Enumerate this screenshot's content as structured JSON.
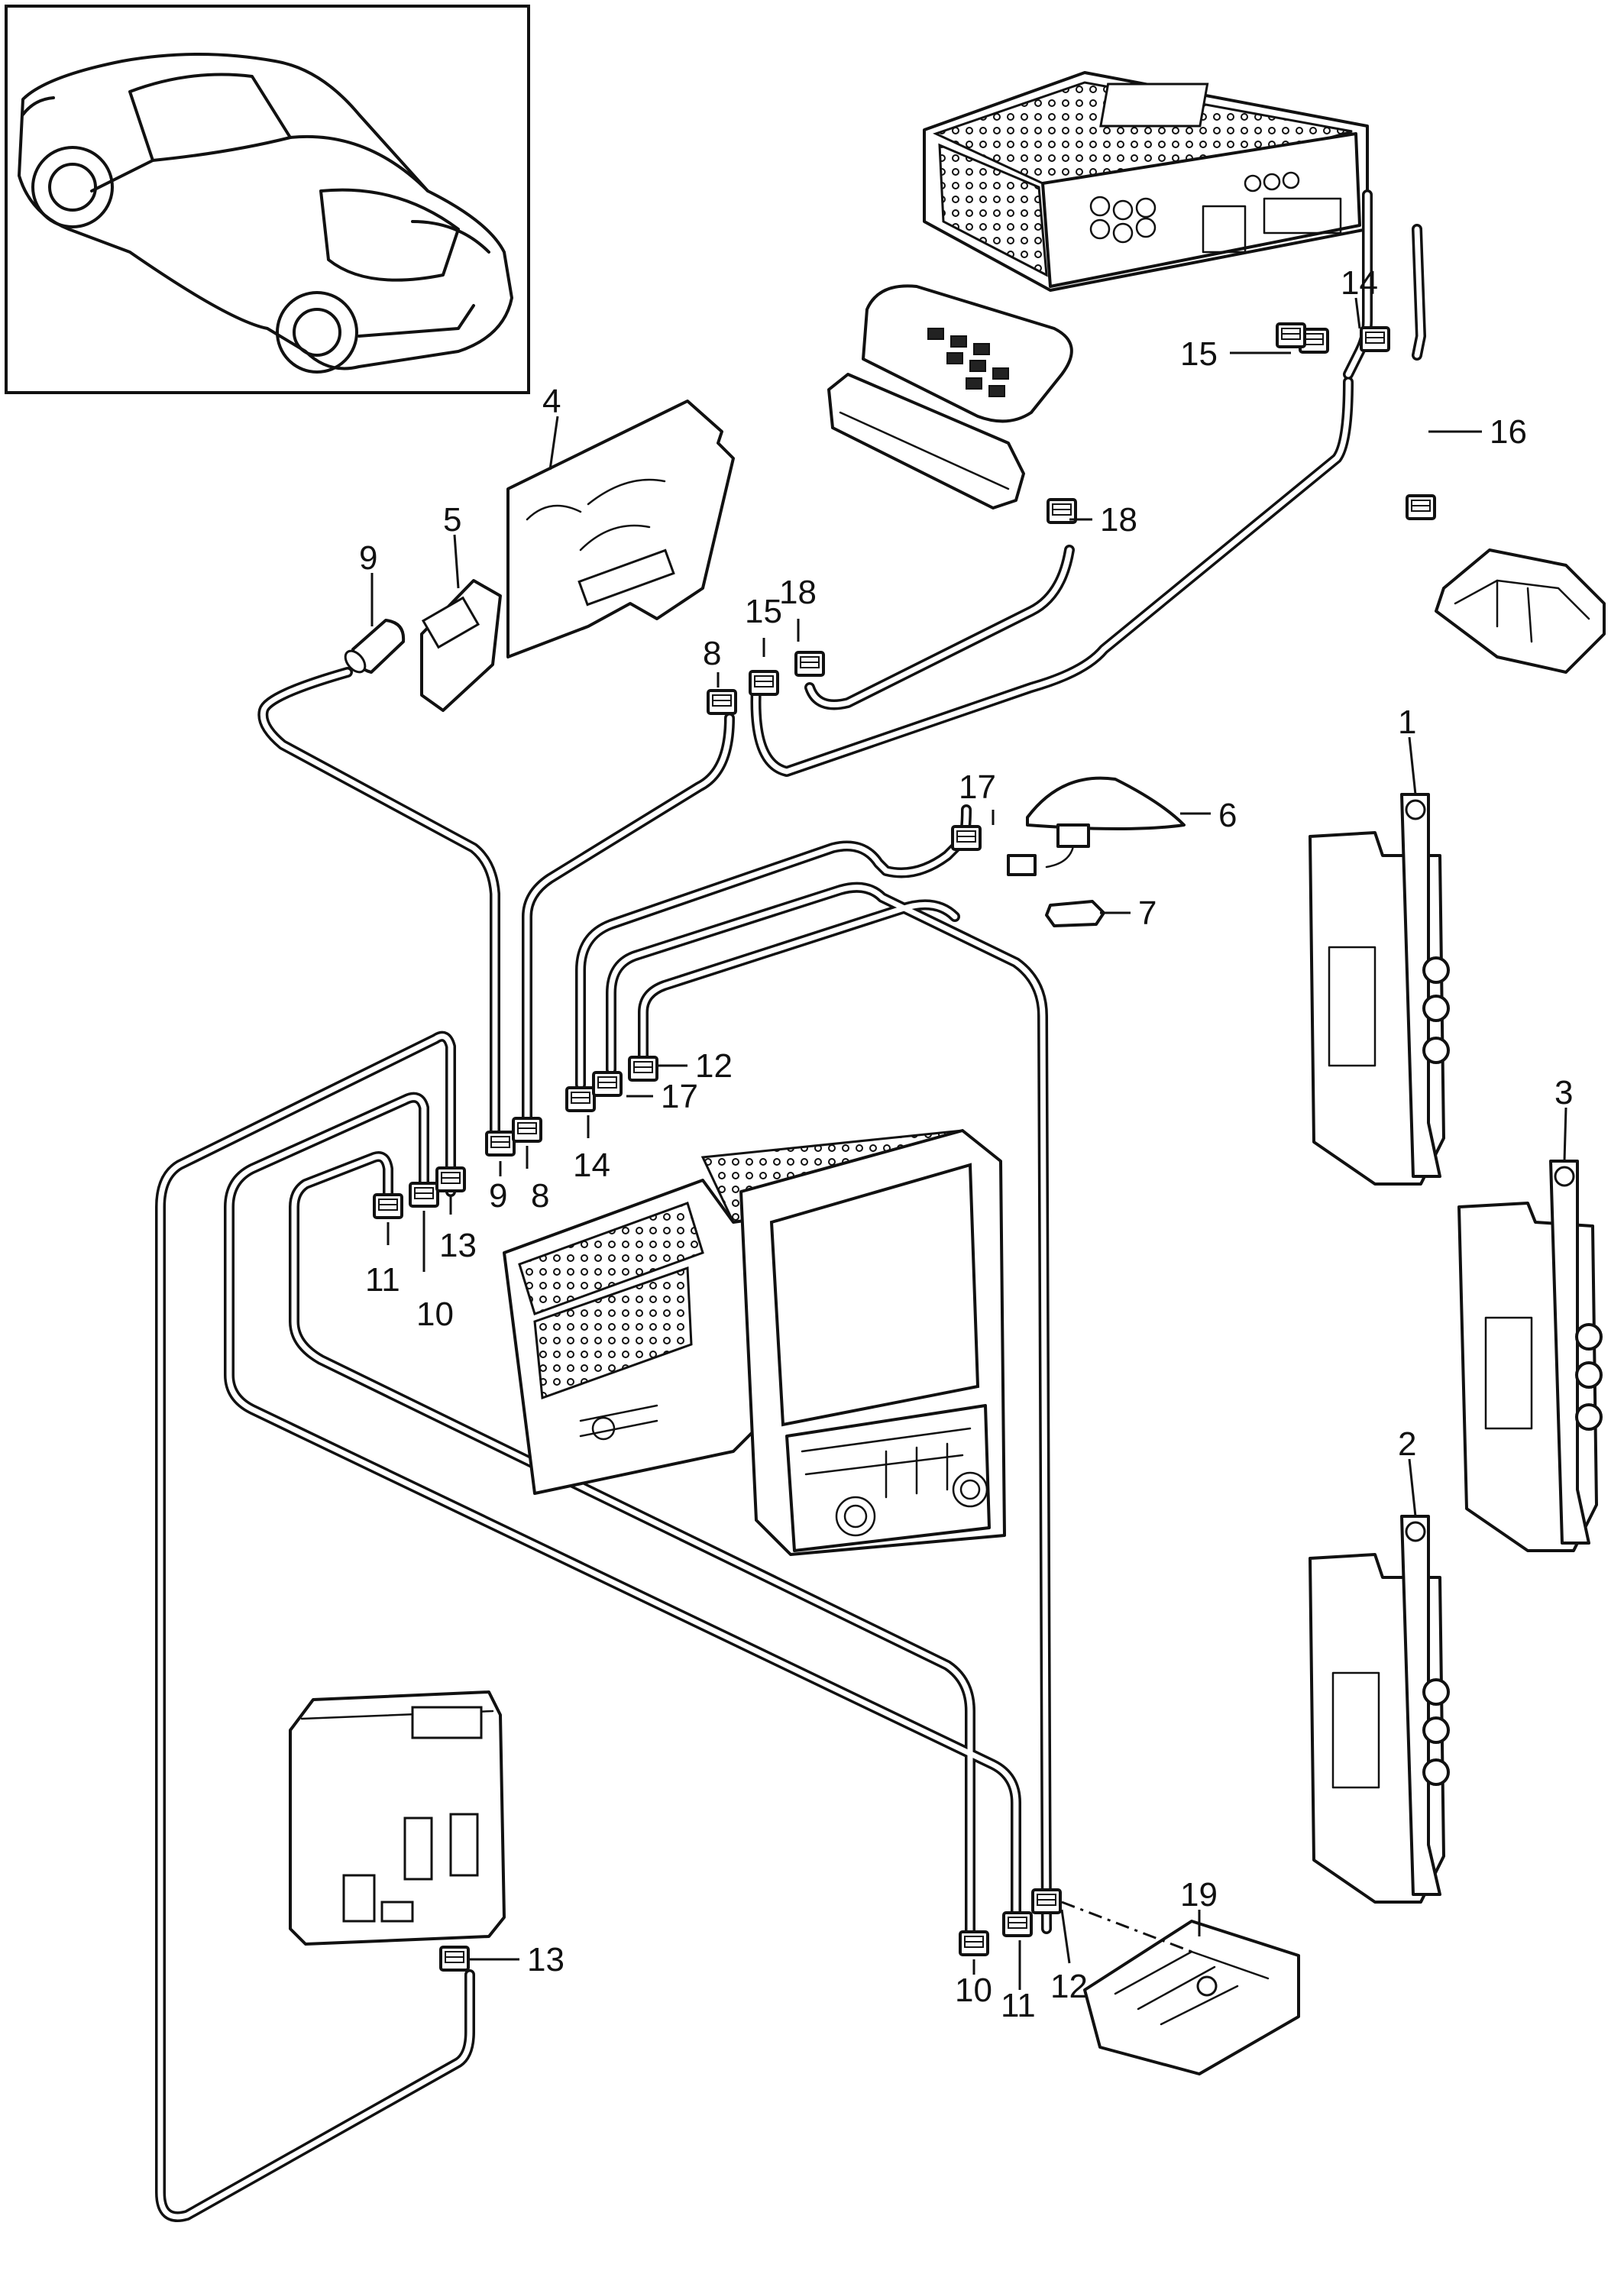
{
  "callouts": {
    "c1": "1",
    "c2": "2",
    "c3": "3",
    "c4": "4",
    "c5": "5",
    "c6": "6",
    "c7": "7",
    "c8a": "8",
    "c8b": "8",
    "c9a": "9",
    "c9b": "9",
    "c10a": "10",
    "c10b": "10",
    "c11a": "11",
    "c11b": "11",
    "c12a": "12",
    "c12b": "12",
    "c13a": "13",
    "c13b": "13",
    "c14a": "14",
    "c14b": "14",
    "c15a": "15",
    "c15b": "15",
    "c16": "16",
    "c17a": "17",
    "c17b": "17",
    "c18a": "18",
    "c18b": "18",
    "c19": "19"
  },
  "icons": {
    "vehicle": "car-rear-icon",
    "connector": "plug-connector-icon",
    "antenna": "roof-antenna-icon",
    "amplifier": "antenna-amplifier-icon",
    "head_unit": "radio-navigation-unit-icon",
    "control_module": "control-module-icon",
    "bracket": "holder-bracket-icon"
  },
  "colors": {
    "line": "#111111",
    "background": "#ffffff"
  }
}
